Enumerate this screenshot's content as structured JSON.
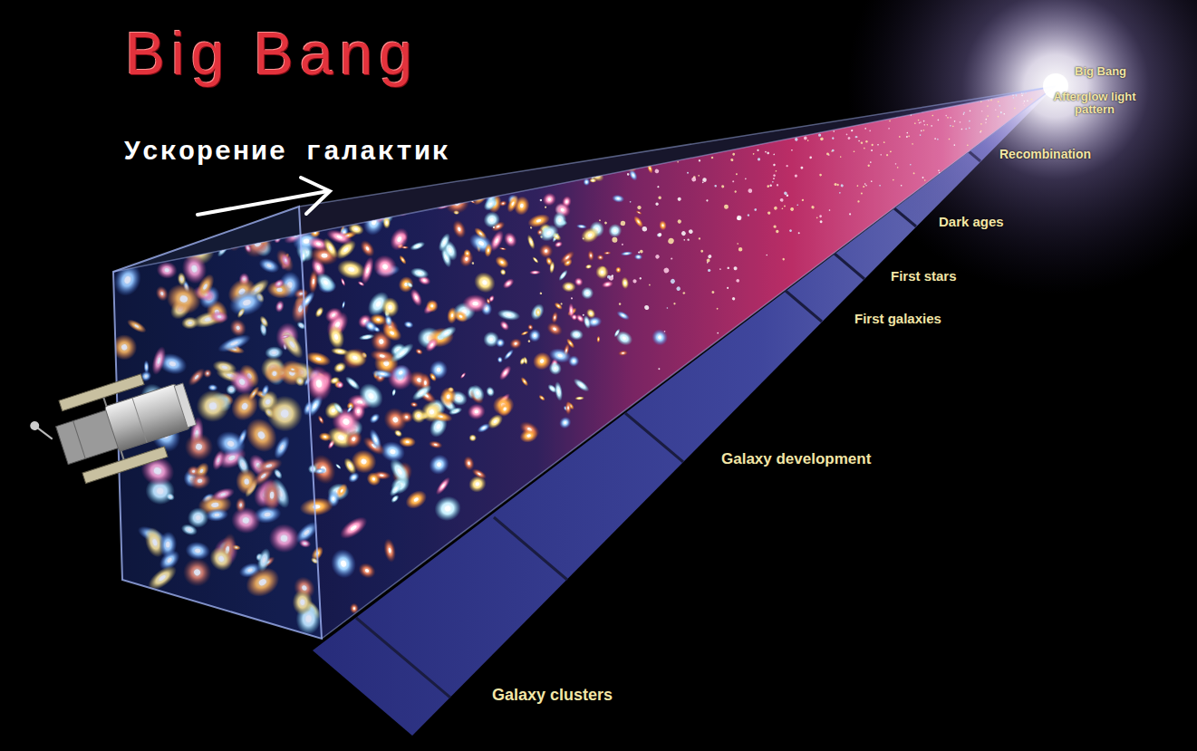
{
  "diagram": {
    "title": "Big Bang",
    "labels": [
      "Ускорение галактик",
      "Big Bang",
      "Afterglow light pattern",
      "Recombination",
      "Dark ages",
      "First stars",
      "First galaxies",
      "Galaxy development",
      "Galaxy clusters"
    ]
  }
}
